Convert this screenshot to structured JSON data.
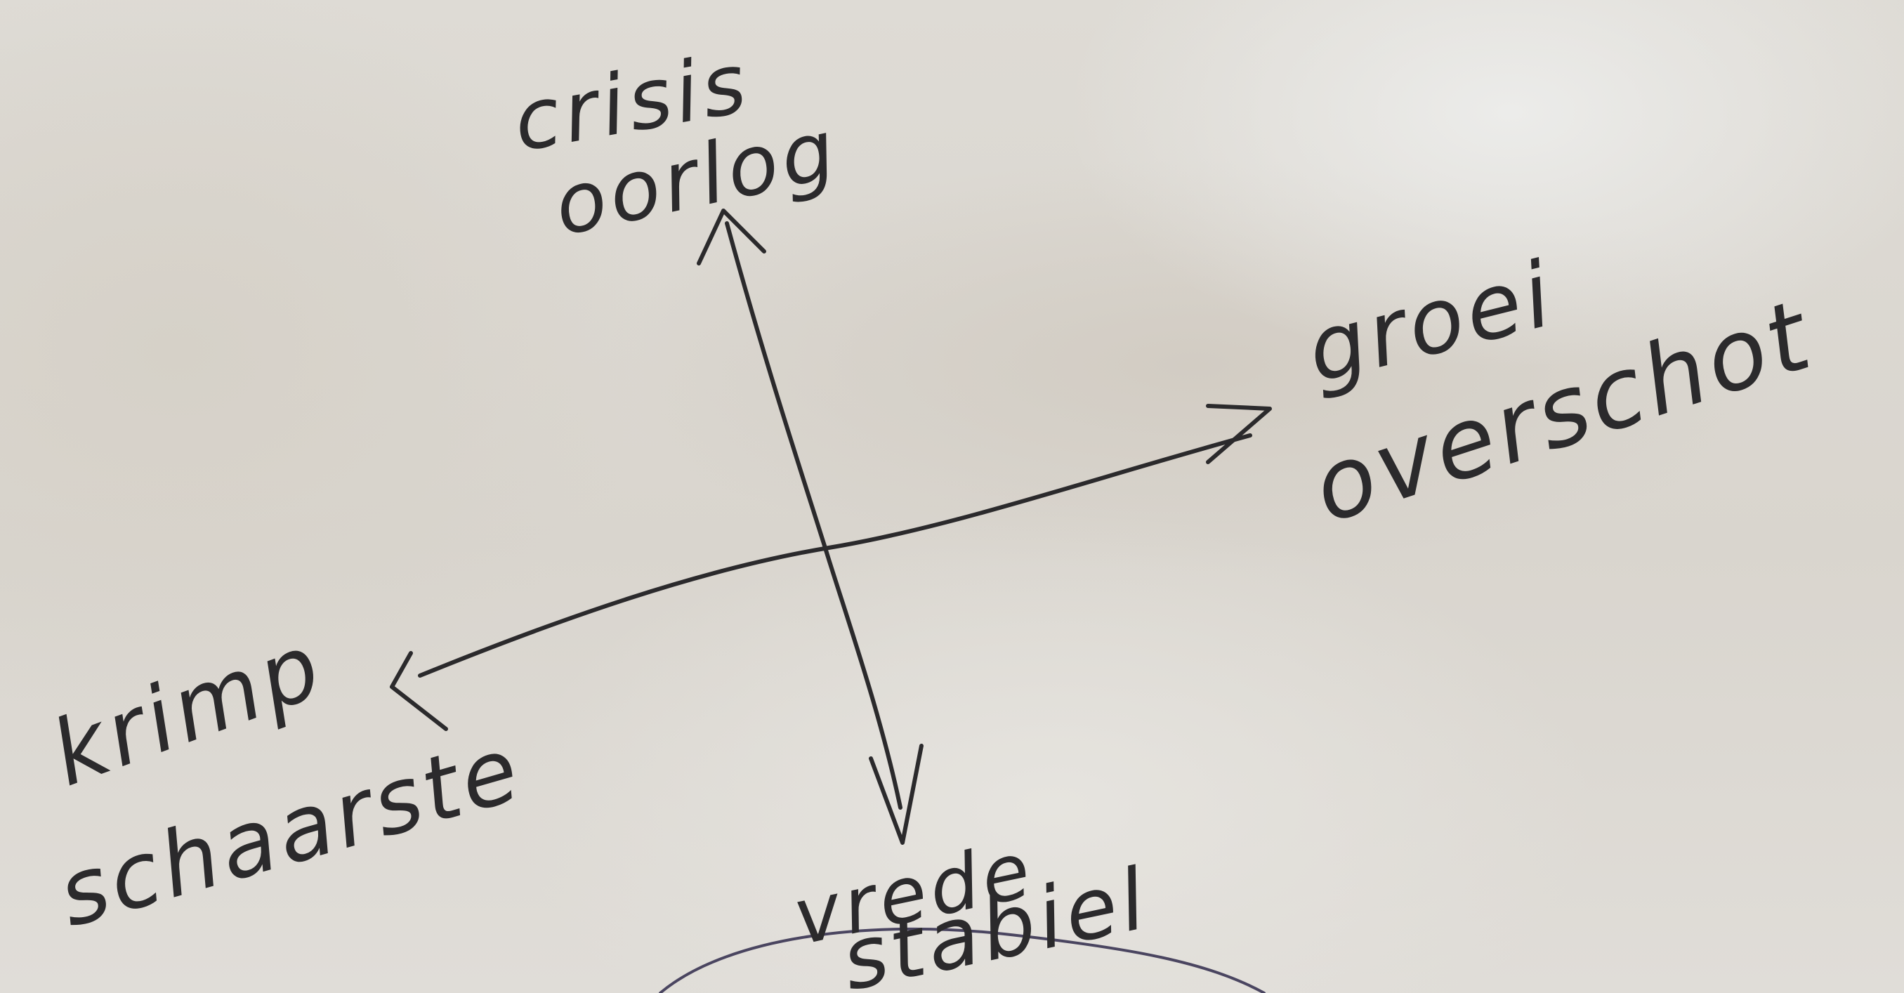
{
  "diagram": {
    "axis_vertical": {
      "top_label_line1": "crisis",
      "top_label_line2": "oorlog",
      "bottom_label_line1": "vrede",
      "bottom_label_line2": "stabiel"
    },
    "axis_horizontal": {
      "right_label_line1": "groei",
      "right_label_line2": "overschot",
      "left_label_line1": "krimp",
      "left_label_line2": "schaarste"
    },
    "ink_color": "#2b2a2c"
  }
}
